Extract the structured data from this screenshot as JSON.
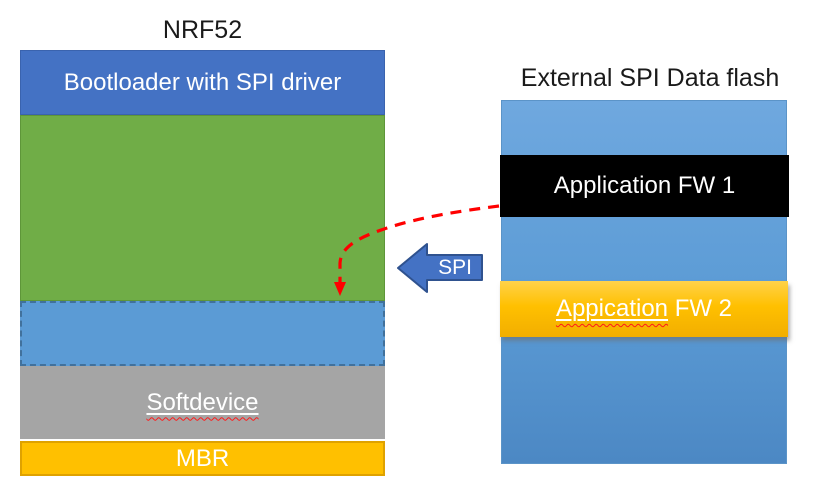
{
  "colors": {
    "office_blue": "#4472C4",
    "green": "#70AD47",
    "light_blue": "#5B9BD5",
    "gray": "#A5A5A5",
    "gold": "#FFC000",
    "black_block": "#000000",
    "red_dashed_arrow": "#FF0000"
  },
  "nrf52": {
    "title": "NRF52",
    "bootloader_label": "Bootloader with SPI driver",
    "softdevice_label": "Softdevice",
    "mbr_label": "MBR"
  },
  "external_flash": {
    "title": "External SPI Data flash",
    "fw1_label": "Application FW 1",
    "fw2_word": "Appication",
    "fw2_rest": " FW 2"
  },
  "spi_arrow": {
    "label": "SPI"
  }
}
